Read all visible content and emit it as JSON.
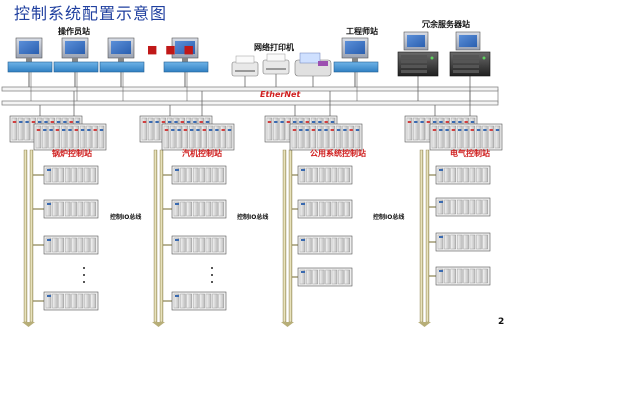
{
  "title": "控制系统配置示意图",
  "top_labels": {
    "operator": "操作员站",
    "printer": "网络打印机",
    "engineer": "工程师站",
    "server": "冗余服务器站"
  },
  "network": "EtherNet",
  "ellipsis_dots": "■ ■ ■",
  "stations": [
    {
      "label": "锅炉控制站"
    },
    {
      "label": "汽机控制站"
    },
    {
      "label": "公用系统控制站"
    },
    {
      "label": "电气控制站"
    }
  ],
  "bus_label": "控制IO总线",
  "page_number": "2"
}
